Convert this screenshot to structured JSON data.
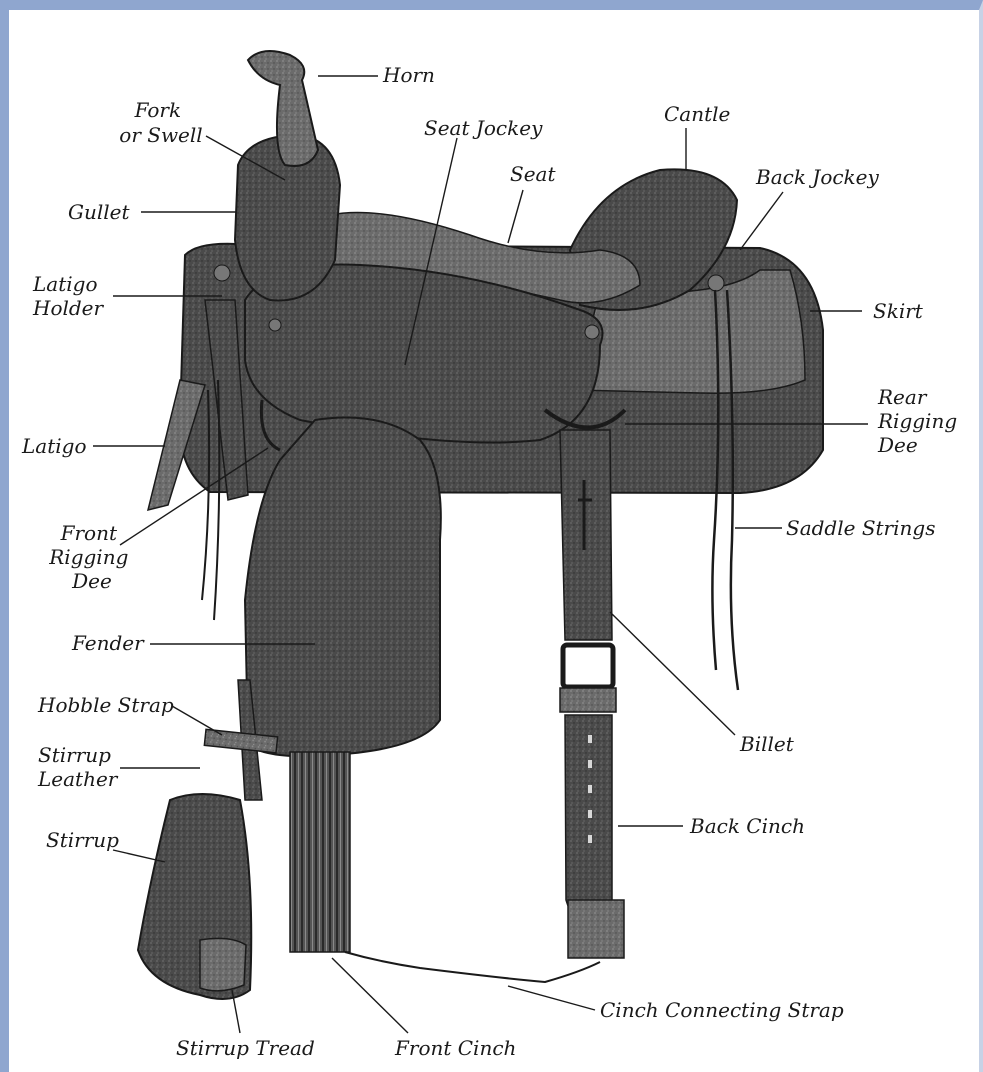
{
  "labels": {
    "horn": "Horn",
    "fork": [
      "Fork",
      "or Swell"
    ],
    "seat_jockey": "Seat Jockey",
    "cantle": "Cantle",
    "seat": "Seat",
    "back_jockey": "Back Jockey",
    "gullet": "Gullet",
    "latigo_holder": [
      "Latigo",
      "Holder"
    ],
    "skirt": "Skirt",
    "rear_rigging_dee": [
      "Rear",
      "Rigging",
      "Dee"
    ],
    "latigo": "Latigo",
    "front_rigging_dee": [
      "Front",
      "Rigging",
      "Dee"
    ],
    "saddle_strings": "Saddle Strings",
    "fender": "Fender",
    "hobble_strap": "Hobble Strap",
    "billet": "Billet",
    "stirrup_leather": [
      "Stirrup",
      "Leather"
    ],
    "back_cinch": "Back Cinch",
    "stirrup": "Stirrup",
    "cinch_connecting_strap": "Cinch Connecting Strap",
    "stirrup_tread": "Stirrup Tread",
    "front_cinch": "Front Cinch"
  },
  "colors": {
    "frame": "#8fa6cf",
    "ink": "#1a1a1a",
    "leather_dark": "#3a3a3a",
    "leather_mid": "#5a5a5a",
    "leather_light": "#8a8a8a"
  }
}
